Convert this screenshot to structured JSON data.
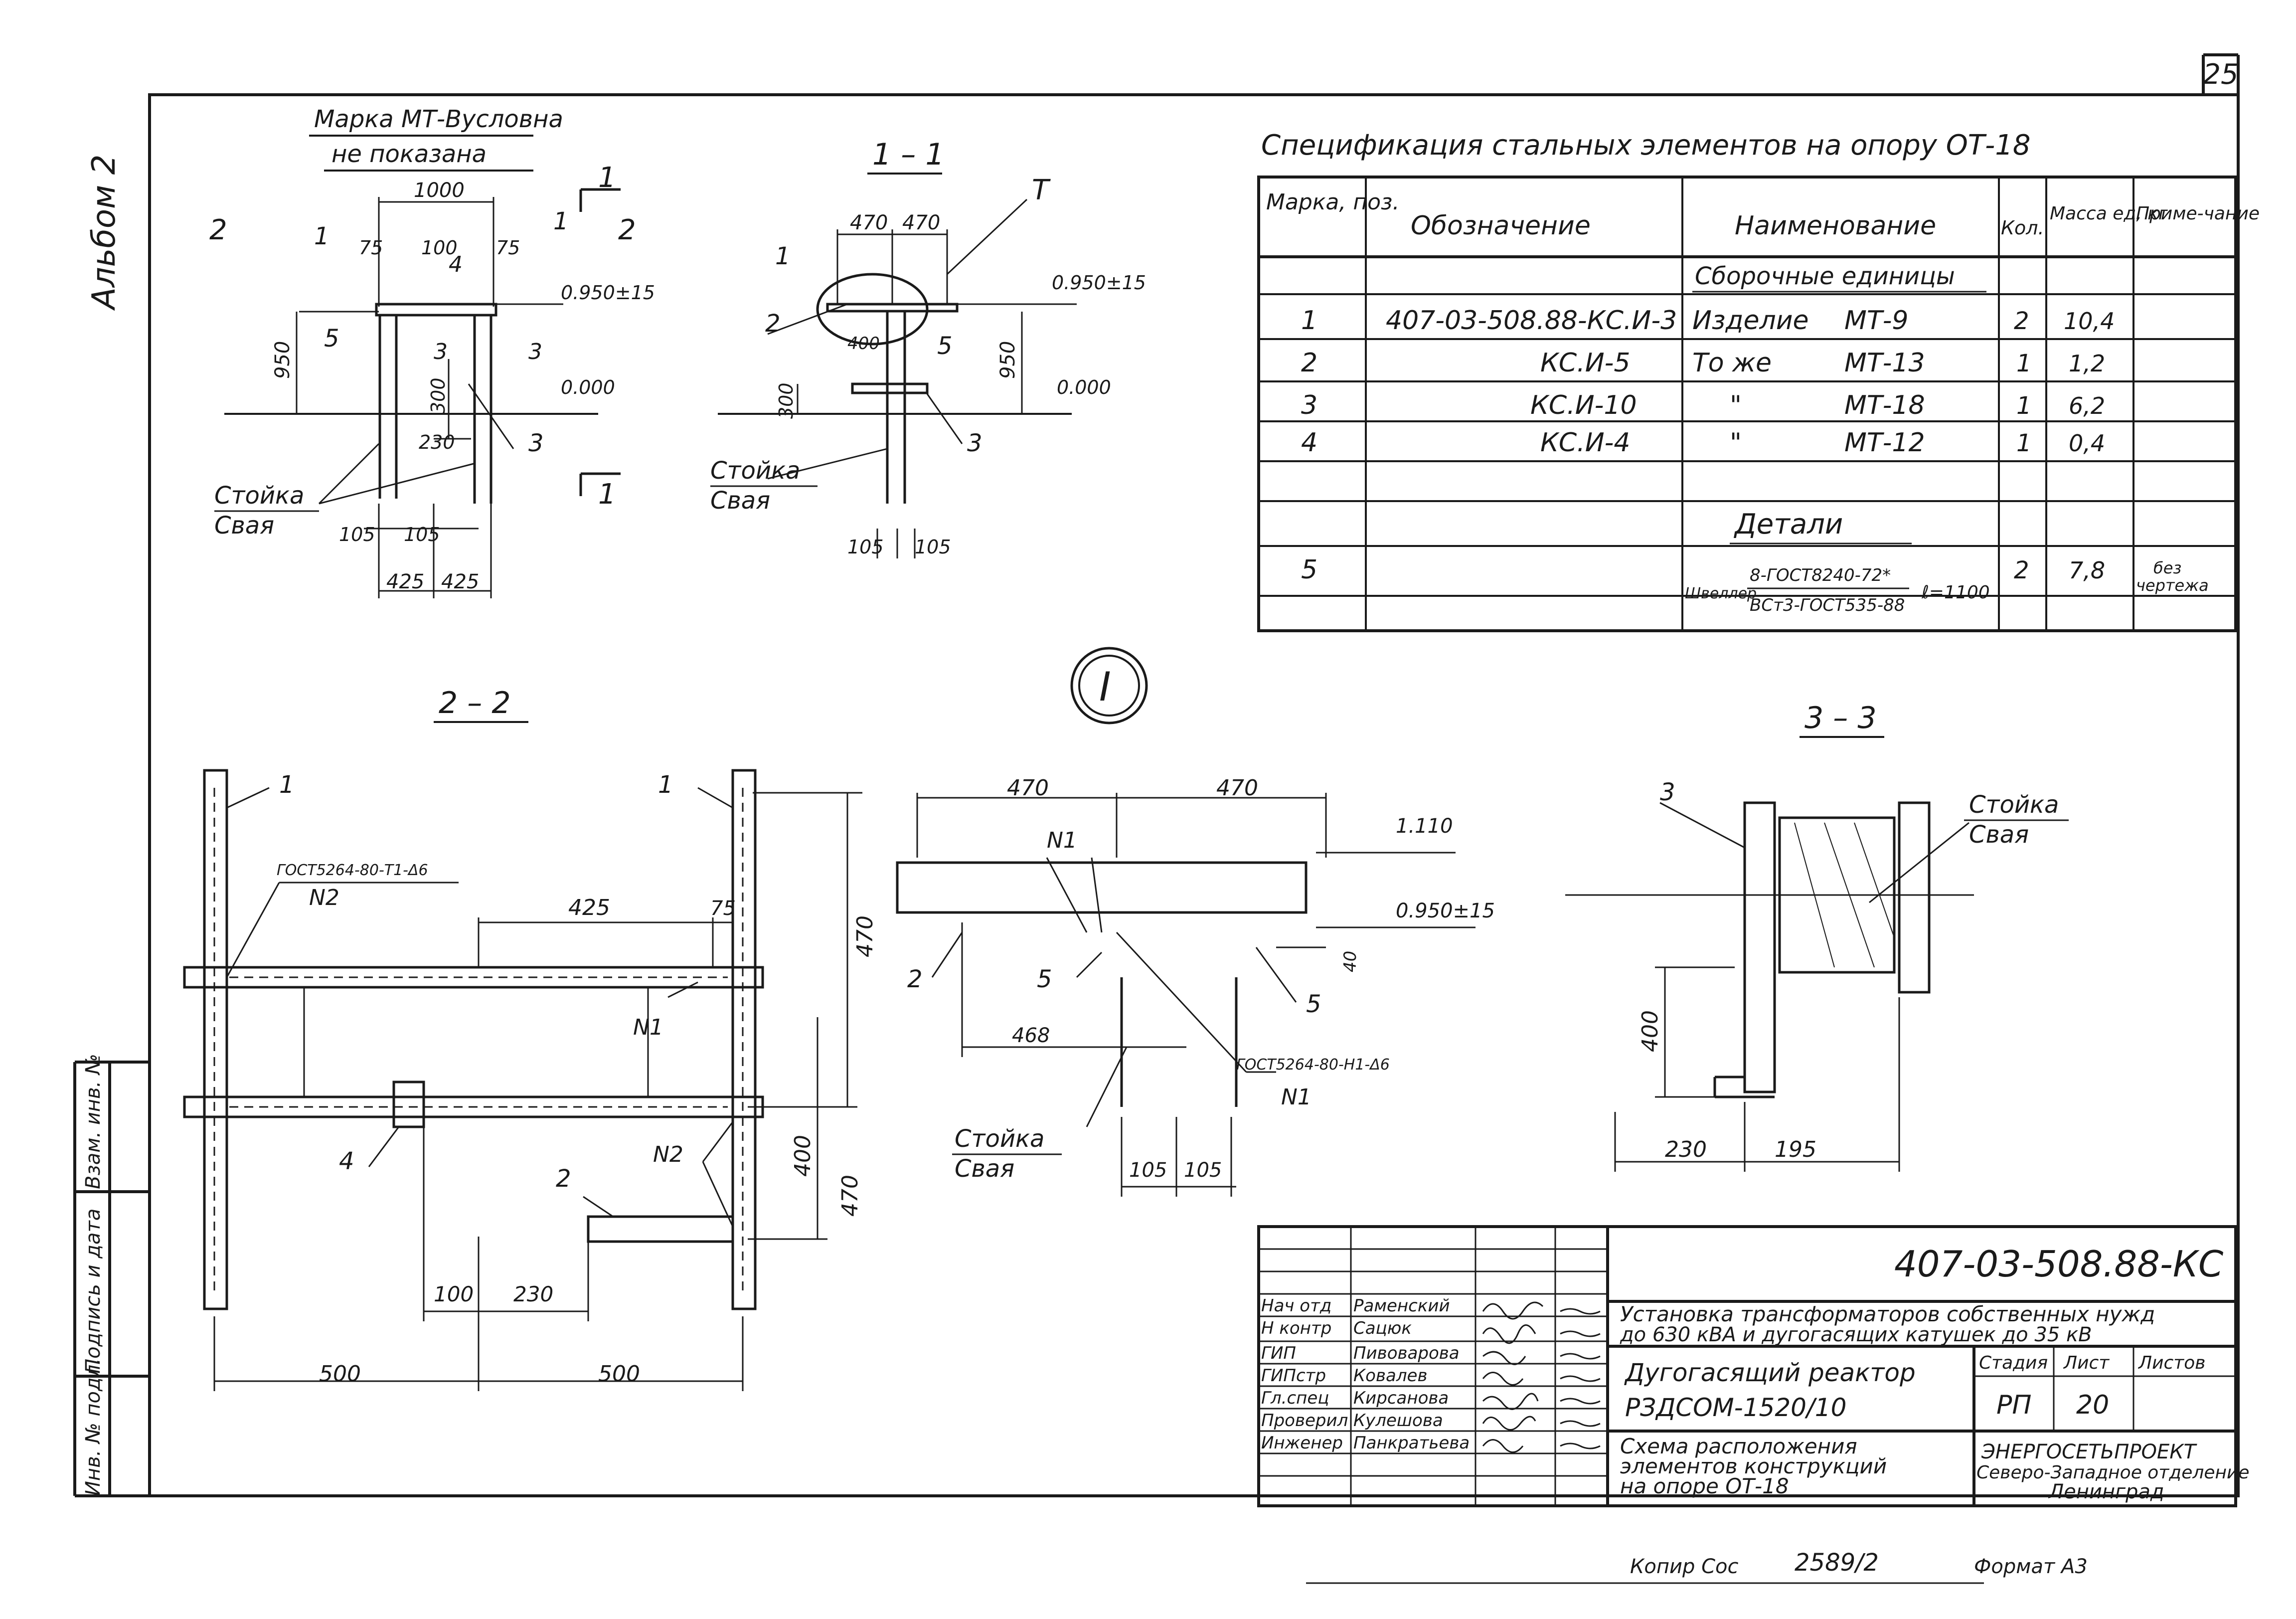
{
  "sheet_number": "25",
  "album_label": "Альбом 2",
  "note_line1": "Марка МТ-Вусловна",
  "note_line2": "не показана",
  "spec": {
    "title": "Спецификация стальных элементов на опору ОТ-18",
    "headers": [
      "Марка, поз.",
      "Обозначение",
      "Наименование",
      "Кол.",
      "Масса ед, кг",
      "Приме-чание"
    ],
    "group_assemblies": "Сборочные единицы",
    "group_details": "Детали",
    "rows": [
      {
        "pos": "1",
        "code": "407-03-508.88-КС.И-3",
        "name": "Изделие",
        "mark": "МТ-9",
        "qty": "2",
        "mass": "10,4",
        "note": ""
      },
      {
        "pos": "2",
        "code": "КС.И-5",
        "name": "То же",
        "mark": "МТ-13",
        "qty": "1",
        "mass": "1,2",
        "note": ""
      },
      {
        "pos": "3",
        "code": "КС.И-10",
        "name": "\"",
        "mark": "МТ-18",
        "qty": "1",
        "mass": "6,2",
        "note": ""
      },
      {
        "pos": "4",
        "code": "КС.И-4",
        "name": "\"",
        "mark": "МТ-12",
        "qty": "1",
        "mass": "0,4",
        "note": ""
      }
    ],
    "detail_row": {
      "pos": "5",
      "name_prefix": "Швеллер",
      "name_top": "8-ГОСТ8240-72*",
      "name_bottom": "ВСт3-ГОСТ535-88",
      "length": "ℓ=1100",
      "qty": "2",
      "mass": "7,8",
      "note_line1": "без",
      "note_line2": "чертежа"
    }
  },
  "views": {
    "main": {
      "label_2": "2",
      "label_3": "3",
      "label_1": "1",
      "dim_1000": "1000",
      "dim_75a": "75",
      "dim_75b": "75",
      "dim_100": "100",
      "dim_950": "950",
      "dim_300": "300",
      "dim_230": "230",
      "dim_105a": "105",
      "dim_105b": "105",
      "dim_425a": "425",
      "dim_425b": "425",
      "level_top": "0.950±15",
      "level_zero": "0.000",
      "pos_1a": "1",
      "pos_1b": "1",
      "pos_4": "4",
      "pos_5": "5",
      "pos_3": "3",
      "post_label": "Стойка",
      "pile_label": "Свая"
    },
    "section_1_1": {
      "title": "1 – 1",
      "dim_470a": "470",
      "dim_470b": "470",
      "dim_400": "400",
      "dim_950": "950",
      "dim_300": "300",
      "dim_105a": "105",
      "dim_105b": "105",
      "level_top": "0.950±15",
      "level_zero": "0.000",
      "pos_T": "T",
      "pos_1": "1",
      "pos_2": "2",
      "pos_5": "5",
      "pos_3": "3",
      "post_label": "Стойка",
      "pile_label": "Свая"
    },
    "node_marker": "I",
    "section_2_2": {
      "title": "2 – 2",
      "pos_1a": "1",
      "pos_1b": "1",
      "weld_top": "ГОСТ5264-80-Т1-Δ6",
      "weld_top_n": "N2",
      "dim_425": "425",
      "dim_75": "75",
      "dim_470": "470",
      "dim_400": "400",
      "dim_470b": "470",
      "n1": "N1",
      "n2": "N2",
      "pos_4": "4",
      "pos_2": "2",
      "dim_100": "100",
      "dim_230": "230",
      "dim_500a": "500",
      "dim_500b": "500"
    },
    "node_detail": {
      "dim_470a": "470",
      "dim_470b": "470",
      "n1": "N1",
      "level_top": "1.110",
      "level_mid": "0.950±15",
      "dim_40": "40",
      "dim_468": "468",
      "pos_2": "2",
      "pos_5a": "5",
      "pos_5b": "5",
      "weld": "ГОСТ5264-80-Н1-Δ6",
      "weld_n": "N1",
      "post_label": "Стойка",
      "pile_label": "Свая",
      "dim_105a": "105",
      "dim_105b": "105"
    },
    "section_3_3": {
      "title": "3 – 3",
      "pos_3": "3",
      "post_label": "Стойка",
      "pile_label": "Свая",
      "dim_400": "400",
      "dim_230": "230",
      "dim_195": "195"
    }
  },
  "side_stamp": [
    "Инв. № подл.",
    "Подпись и дата",
    "Взам. инв. №"
  ],
  "title_block": {
    "doc_code": "407-03-508.88-КС",
    "roles": [
      "Нач отд",
      "Н контр",
      "ГИП",
      "ГИПстр",
      "Гл.спец",
      "Проверил",
      "Инженер"
    ],
    "names": [
      "Раменский",
      "Сацюк",
      "Пивоварова",
      "Ковалев",
      "Кирсанова",
      "Кулешова",
      "Панкратьева"
    ],
    "project_line1": "Установка трансформаторов собственных нужд",
    "project_line2": "до 630 кВА и дугогасящих катушек до 35 кВ",
    "item_line1": "Дугогасящий реактор",
    "item_line2": "РЗДСОМ-1520/10",
    "sheet_line1": "Схема расположения",
    "sheet_line2": "элементов конструкций",
    "sheet_line3": "на опоре ОТ-18",
    "stage_header": "Стадия",
    "sheet_header": "Лист",
    "sheets_header": "Листов",
    "stage": "РП",
    "sheet": "20",
    "org_line1": "ЭНЕРГОСЕТЬПРОЕКТ",
    "org_line2": "Северо-Западное отделение",
    "org_line3": "Ленинград"
  },
  "footer": {
    "copied_label": "Копир Сос",
    "copy_number": "2589/2",
    "format": "Формат А3"
  }
}
